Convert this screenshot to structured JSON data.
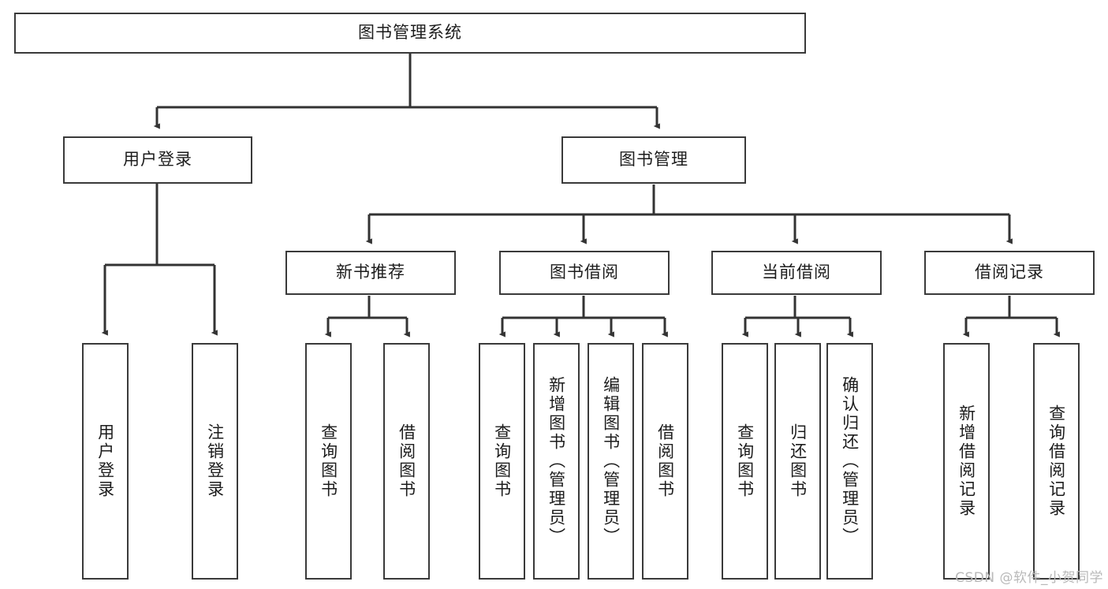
{
  "diagram": {
    "title": "图书管理系统",
    "watermark": "CSDN @软件_小贺同学",
    "colors": {
      "background": "#ffffff",
      "border": "#3a3a3a",
      "text": "#1c1c1c",
      "edge": "#333333",
      "watermark": "#b9b9b9"
    },
    "root": {
      "label": "图书管理系统"
    },
    "level2": [
      {
        "label": "用户登录"
      },
      {
        "label": "图书管理"
      }
    ],
    "level3": [
      {
        "label": "新书推荐"
      },
      {
        "label": "图书借阅"
      },
      {
        "label": "当前借阅"
      },
      {
        "label": "借阅记录"
      }
    ],
    "leaves": {
      "user_login": [
        {
          "label": "用户登录"
        },
        {
          "label": "注销登录"
        }
      ],
      "new_book_recommend": [
        {
          "label": "查询图书"
        },
        {
          "label": "借阅图书"
        }
      ],
      "book_borrow": [
        {
          "label": "查询图书"
        },
        {
          "label": "新增图书（管理员）"
        },
        {
          "label": "编辑图书（管理员）"
        },
        {
          "label": "借阅图书"
        }
      ],
      "current_borrow": [
        {
          "label": "查询图书"
        },
        {
          "label": "归还图书"
        },
        {
          "label": "确认归还（管理员）"
        }
      ],
      "borrow_record": [
        {
          "label": "新增借阅记录"
        },
        {
          "label": "查询借阅记录"
        }
      ]
    }
  }
}
